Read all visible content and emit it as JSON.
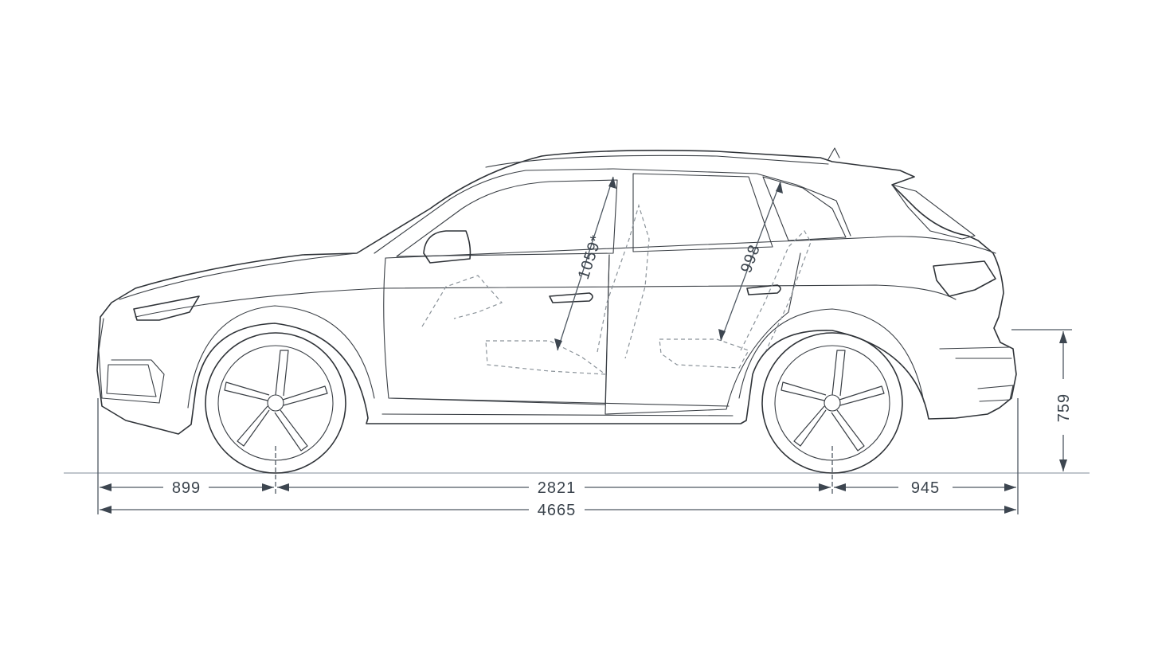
{
  "diagram": {
    "subject": "SUV side elevation dimensions",
    "dimensions": {
      "front_overhang": "899",
      "wheelbase": "2821",
      "rear_overhang": "945",
      "overall_length": "4665",
      "loading_sill_height": "759",
      "front_headroom": "1059*",
      "rear_headroom": "998"
    }
  }
}
